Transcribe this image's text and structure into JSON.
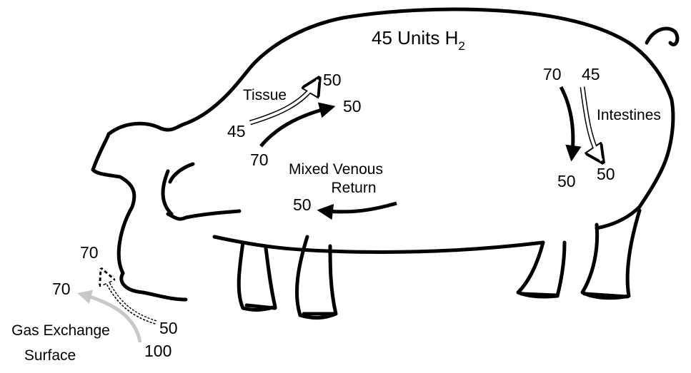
{
  "title": {
    "main": "45 Units H",
    "subscript": "2"
  },
  "tissue": {
    "label": "Tissue",
    "in_hollow": "45",
    "out_hollow": "50",
    "in_solid": "70",
    "out_solid": "50"
  },
  "intestines": {
    "label": "Intestines",
    "in_solid": "70",
    "in_hollow": "45",
    "out_solid": "50",
    "out_hollow": "50"
  },
  "venous": {
    "label_line1": "Mixed Venous",
    "label_line2": "Return",
    "value": "50"
  },
  "gas_exchange": {
    "label_line1": "Gas Exchange",
    "label_line2": "Surface",
    "in_gray": "100",
    "out_gray": "70",
    "in_dotted": "50",
    "out_dotted": "70"
  },
  "colors": {
    "outline": "#000000",
    "gas_arrow": "#c8c8c8",
    "background": "#ffffff"
  },
  "icons": [
    "solid-arrow",
    "hollow-arrow",
    "gray-arrow",
    "dotted-arrow"
  ]
}
